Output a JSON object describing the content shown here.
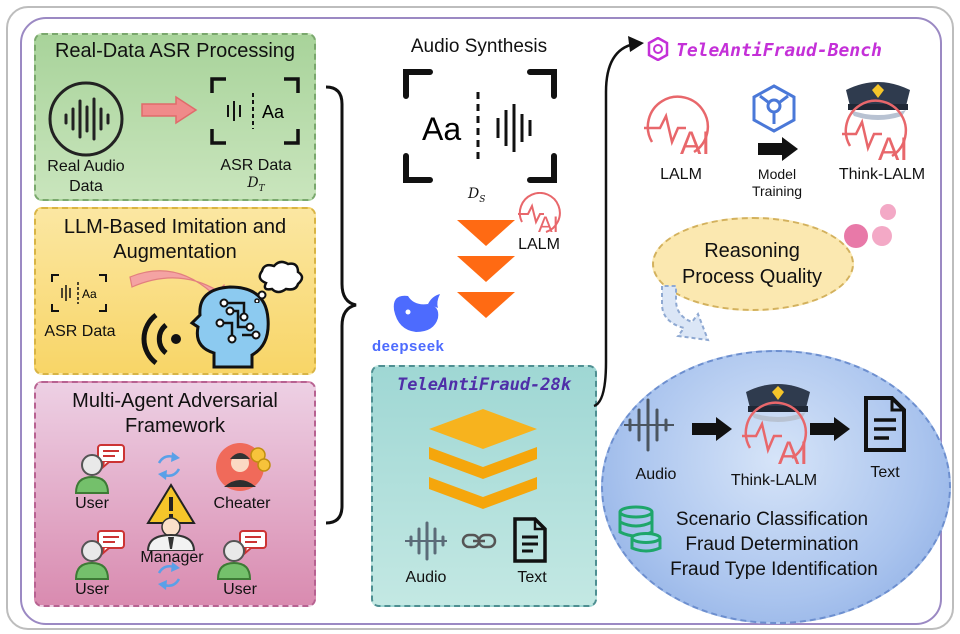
{
  "panels": {
    "real_data": {
      "title": "Real-Data ASR Processing",
      "real_audio_label": "Real Audio\nData",
      "asr_label": "ASR Data",
      "asr_sub": "D",
      "asr_sub_index": "T",
      "icon_text": "Aa"
    },
    "llm": {
      "title": "LLM-Based Imitation and\nAugmentation",
      "asr_label": "ASR Data",
      "icon_text": "Aa"
    },
    "multi_agent": {
      "title": "Multi-Agent Adversarial\nFramework",
      "user_label": "User",
      "cheater_label": "Cheater",
      "manager_label": "Manager"
    }
  },
  "synthesis": {
    "title": "Audio Synthesis",
    "icon_text": "Aa",
    "sub": "D",
    "sub_index": "S",
    "lalm_label": "LALM",
    "ai_text": "AI",
    "deepseek_label": "deepseek"
  },
  "dataset": {
    "title": "TeleAntiFraud-28k",
    "audio_label": "Audio",
    "text_label": "Text"
  },
  "bench": {
    "title": "TeleAntiFraud-Bench",
    "lalm_label": "LALM",
    "training_label": "Model\nTraining",
    "think_label": "Think-LALM",
    "ai_text": "AI",
    "cloud_text": "Reasoning\nProcess Quality",
    "flow_audio": "Audio",
    "flow_think": "Think-LALM",
    "flow_text": "Text",
    "tasks": [
      "Scenario Classification",
      "Fraud Determination",
      "Fraud Type Identification"
    ]
  },
  "colors": {
    "orange": "#ff6a13",
    "red_ai": "#e8676b",
    "magenta_title": "#c430d8",
    "purple_title": "#4f2ea8"
  }
}
